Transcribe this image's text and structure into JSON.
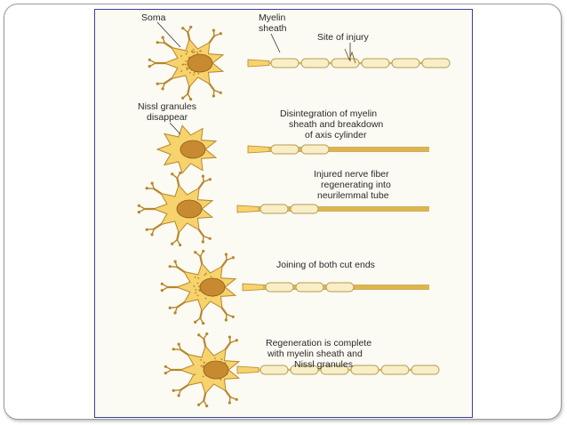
{
  "diagram": {
    "labels": {
      "soma": "Soma",
      "myelin_sheath_line1": "Myelin",
      "myelin_sheath_line2": "sheath",
      "site_of_injury": "Site of injury",
      "nissl_line1": "Nissl granules",
      "nissl_line2": "disappear"
    },
    "stages": [
      {
        "caption": [
          "",
          "",
          ""
        ]
      },
      {
        "caption": [
          "Disintegration of myelin",
          "sheath and breakdown",
          "of axis cylinder"
        ]
      },
      {
        "caption": [
          "Injured nerve fiber",
          "regenerating into",
          "neurilemmal tube"
        ]
      },
      {
        "caption": [
          "Joining of both cut ends",
          "",
          ""
        ]
      },
      {
        "caption": [
          "Regeneration is complete",
          "with myelin sheath and",
          "Nissl granules"
        ]
      }
    ]
  },
  "colors": {
    "cell_fill": "#f6d36c",
    "cell_stroke": "#b8862a",
    "nucleus_fill": "#c88a30",
    "axon": "#e0b548",
    "myelin_fill": "#f8efc8",
    "myelin_stroke": "#b89a55",
    "granule": "#b9832c",
    "panel_border": "#3a3f9a"
  }
}
